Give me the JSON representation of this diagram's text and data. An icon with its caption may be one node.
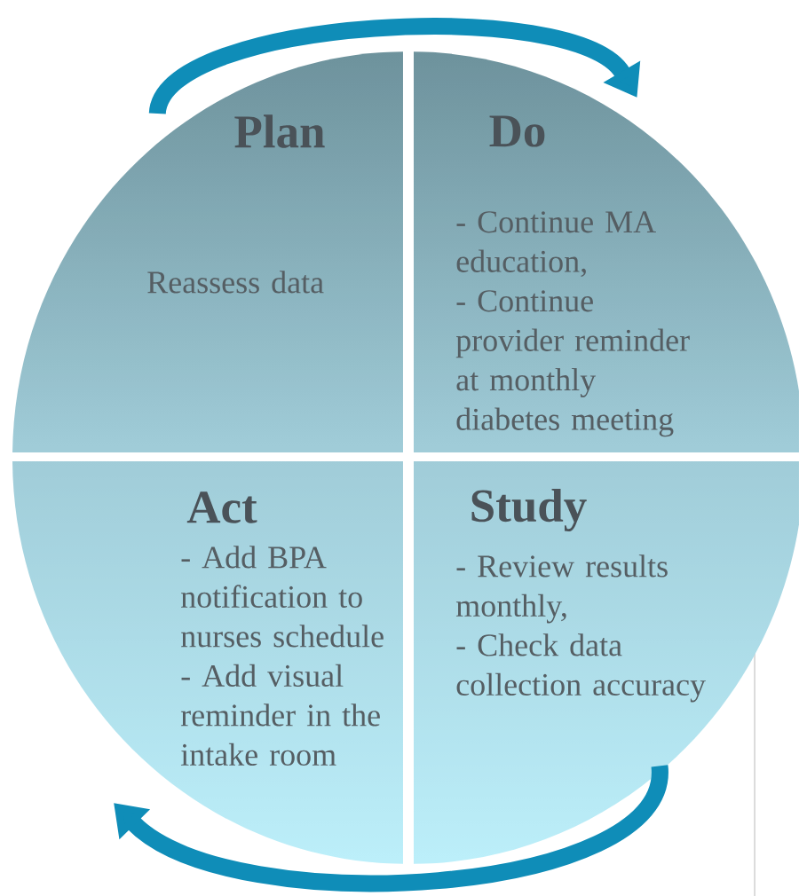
{
  "diagram": {
    "nodes": [
      {
        "text": [
          "Plan",
          "Reassess data"
        ]
      },
      {
        "text": [
          "Do",
          "- Continue MA education,",
          "- Continue provider reminder at monthly diabetes meeting"
        ]
      },
      {
        "text": [
          "Act",
          "- Add BPA notification to nurses schedule",
          "- Add visual reminder in the intake room"
        ]
      },
      {
        "text": [
          "Study",
          "- Review results monthly,",
          "- Check data collection accuracy"
        ]
      }
    ],
    "edges": [
      {
        "from": 0,
        "to": 1,
        "arrow": "to"
      },
      {
        "from": 3,
        "to": 2,
        "arrow": "to"
      }
    ]
  }
}
